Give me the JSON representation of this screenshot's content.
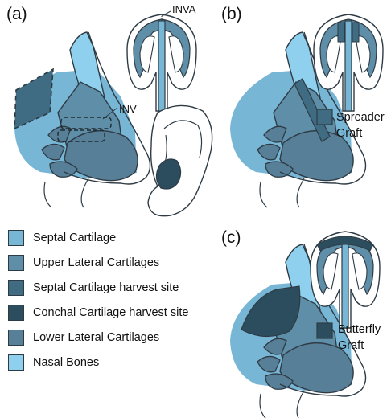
{
  "colors": {
    "septal": "#78b6d6",
    "upper_lateral": "#5f8ea8",
    "septal_harvest": "#3f6c82",
    "conchal_harvest": "#2b4d5e",
    "lower_lateral": "#577f98",
    "nasal_bones": "#8fd0ef",
    "outline": "#2e3b44"
  },
  "panels": {
    "a": {
      "label": "(a)",
      "callout_top": "INVA",
      "callout_side": "INV"
    },
    "b": {
      "label": "(b)",
      "graft_line1": "Spreader",
      "graft_line2": "Graft"
    },
    "c": {
      "label": "(c)",
      "graft_line1": "Butterfly",
      "graft_line2": "Graft"
    }
  },
  "legend": {
    "items": [
      {
        "label": "Septal Cartilage",
        "color_key": "septal"
      },
      {
        "label": "Upper Lateral Cartilages",
        "color_key": "upper_lateral"
      },
      {
        "label": "Septal Cartilage harvest site",
        "color_key": "septal_harvest"
      },
      {
        "label": "Conchal Cartilage harvest site",
        "color_key": "conchal_harvest"
      },
      {
        "label": "Lower Lateral Cartilages",
        "color_key": "lower_lateral"
      },
      {
        "label": "Nasal Bones",
        "color_key": "nasal_bones"
      }
    ]
  }
}
